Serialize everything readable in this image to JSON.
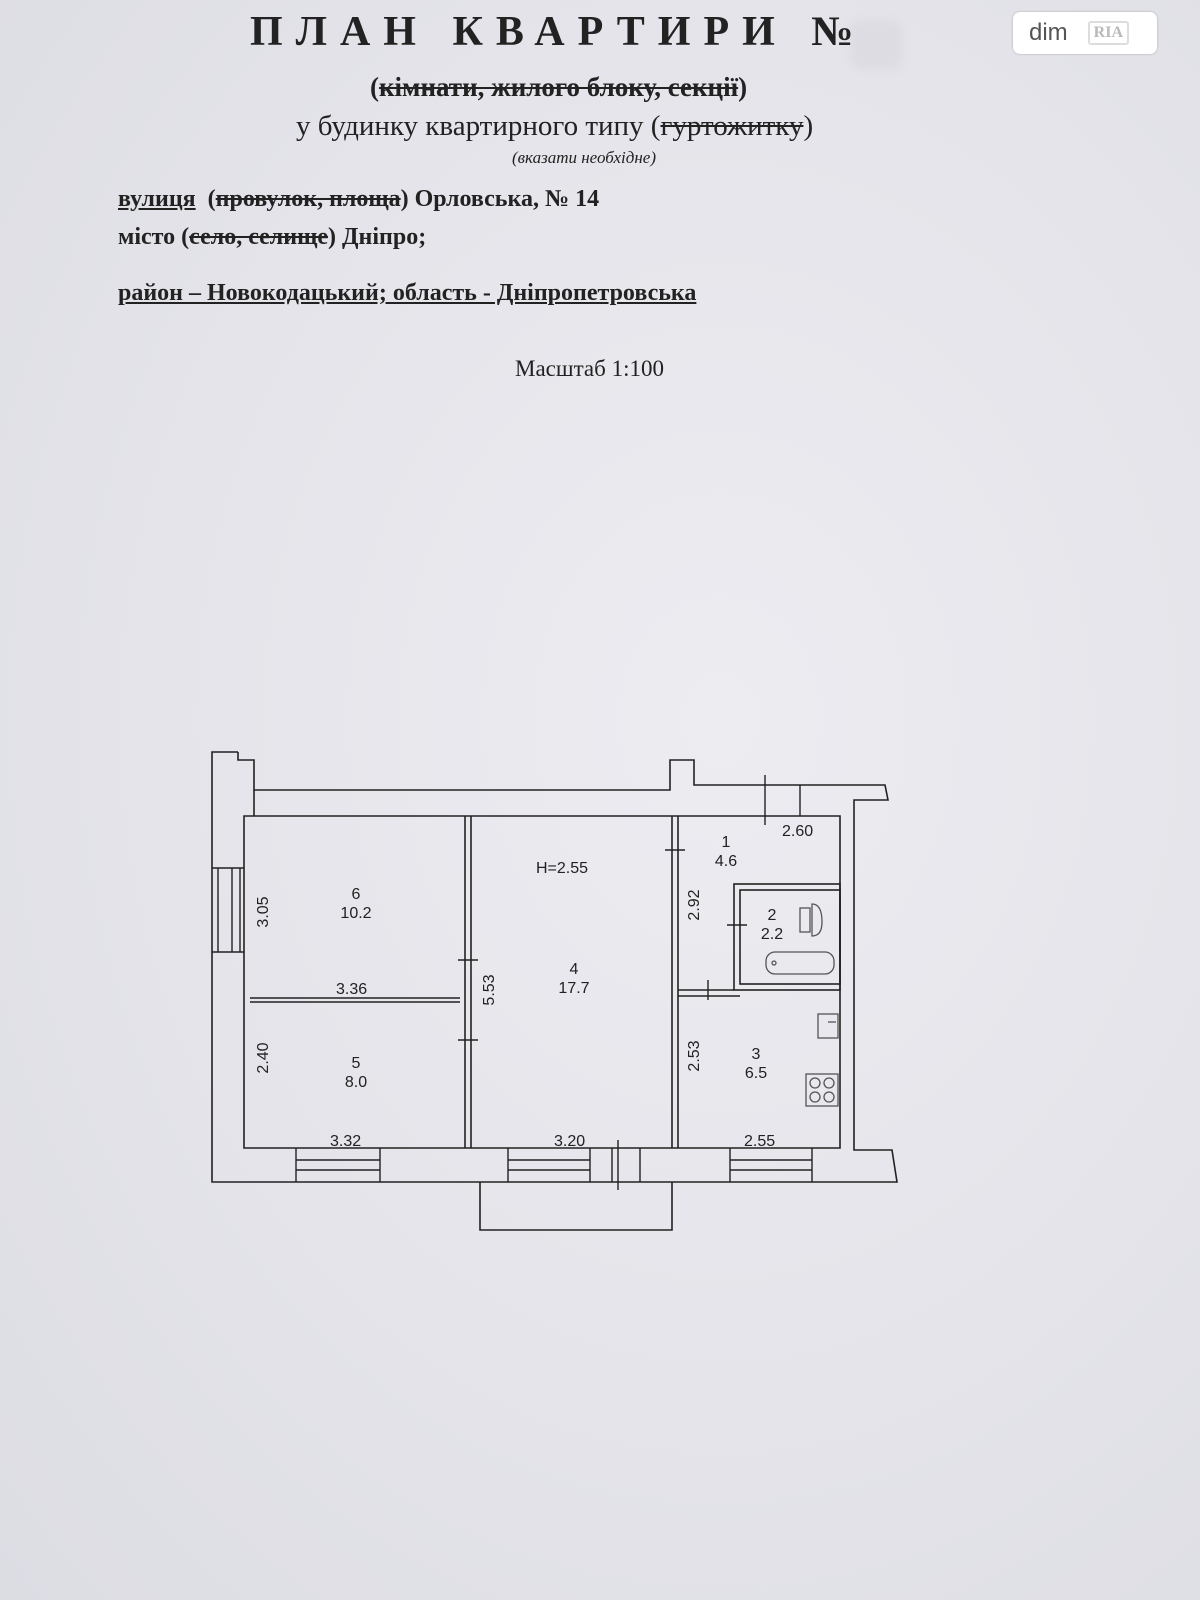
{
  "header": {
    "title": "ПЛАН КВАРТИРИ №",
    "alt_paren_open": "(",
    "alt_struck": "кімнати, жилого блоку, секції",
    "alt_paren_close": ")",
    "building_type": "у будинку квартирного типу (",
    "building_struck": "гуртожитку",
    "building_close": ")",
    "hint": "(вказати необхідне)"
  },
  "address": {
    "street_label": "вулиця",
    "street_paren_open": "(",
    "street_struck": "провулок, площа",
    "street_value": ") Орловська, № 14",
    "city_label": "місто (",
    "city_struck": "село, селище",
    "city_value": ") Дніпро;",
    "district": "район – Новокодацький; область - Дніпропетровська"
  },
  "scale": "Масштаб 1:100",
  "logo": {
    "text": "dim",
    "badge": "RIA"
  },
  "plan": {
    "height_label": "H=2.55",
    "rooms": [
      {
        "number": "1",
        "area": "4.6"
      },
      {
        "number": "2",
        "area": "2.2"
      },
      {
        "number": "3",
        "area": "6.5"
      },
      {
        "number": "4",
        "area": "17.7"
      },
      {
        "number": "5",
        "area": "8.0"
      },
      {
        "number": "6",
        "area": "10.2"
      }
    ],
    "dimensions": {
      "r1_width": "2.60",
      "r1_height": "2.92",
      "r6_height": "3.05",
      "r6_width": "3.36",
      "r4_height": "5.53",
      "r5_height": "2.40",
      "r3_height": "2.53",
      "r5_width": "3.32",
      "r4_width": "3.20",
      "r3_width": "2.55"
    },
    "wall_color": "#222222"
  }
}
